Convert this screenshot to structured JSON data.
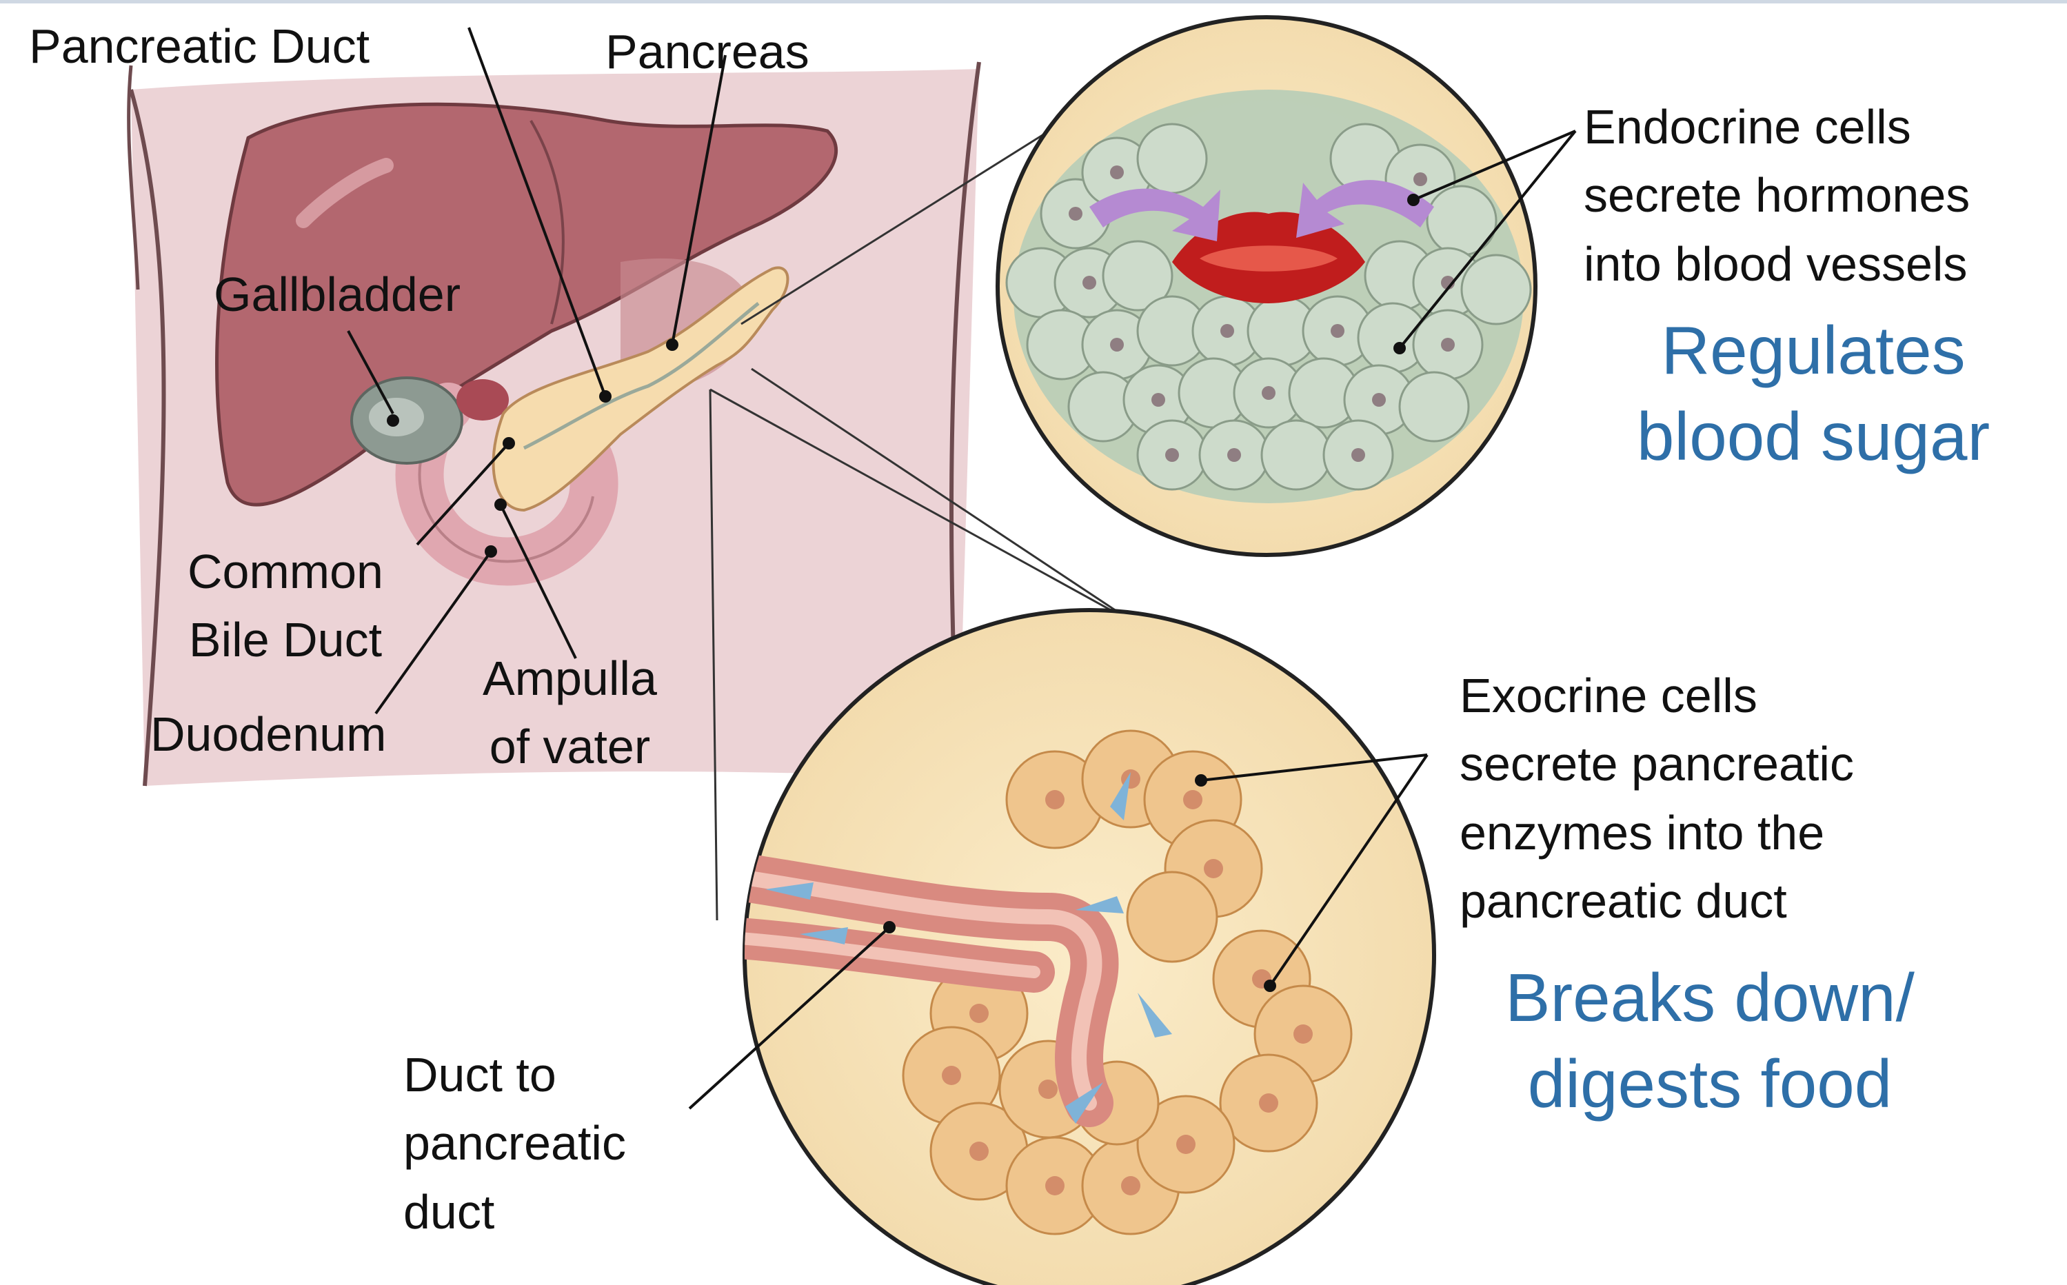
{
  "labels": {
    "pancreatic_duct": "Pancreatic Duct",
    "pancreas": "Pancreas",
    "gallbladder": "Gallbladder",
    "common_bile_duct_1": "Common",
    "common_bile_duct_2": "Bile Duct",
    "duodenum": "Duodenum",
    "ampulla_1": "Ampulla",
    "ampulla_2": "of vater",
    "duct_to_1": "Duct to",
    "duct_to_2": "pancreatic",
    "duct_to_3": "duct"
  },
  "endocrine": {
    "line1": "Endocrine cells",
    "line2": "secrete hormones",
    "line3": "into blood vessels",
    "function1": "Regulates",
    "function2": "blood sugar"
  },
  "exocrine": {
    "line1": "Exocrine cells",
    "line2": "secrete pancreatic",
    "line3": "enzymes into the",
    "line4": "pancreatic duct",
    "function1": "Breaks down/",
    "function2": "digests food"
  },
  "colors": {
    "function_text": "#2e6fa8",
    "label_text": "#111111",
    "body_bg": "#e9cfd3",
    "liver": "#b26a73",
    "pancreas": "#f6dcae",
    "islet": "#b9cdb7",
    "acinar": "#efc58d",
    "duct_wall": "#d98a80"
  }
}
